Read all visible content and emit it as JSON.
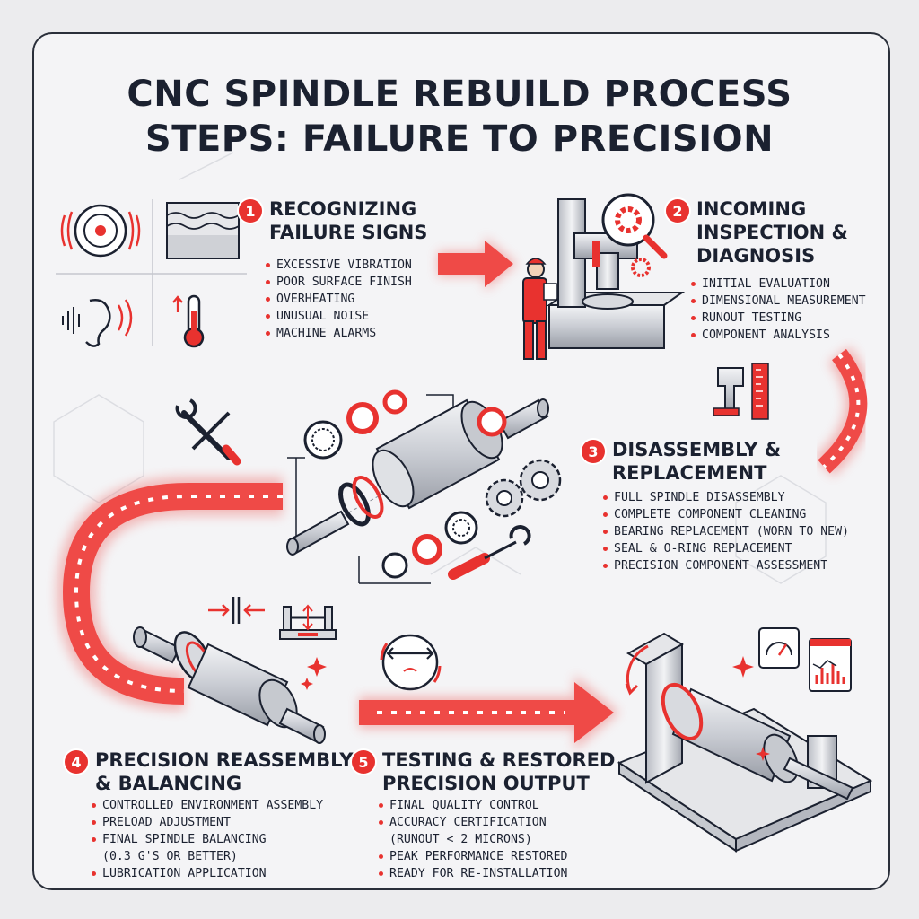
{
  "title": {
    "line1": "CNC SPINDLE REBUILD PROCESS",
    "line2": "STEPS: FAILURE TO PRECISION"
  },
  "colors": {
    "accent": "#e8322f",
    "ink": "#1b2130",
    "metal": "#c9ccd3"
  },
  "steps": [
    {
      "number": "1",
      "title_lines": [
        "RECOGNIZING",
        "FAILURE SIGNS"
      ],
      "items": [
        "EXCESSIVE VIBRATION",
        "POOR SURFACE FINISH",
        "OVERHEATING",
        "UNUSUAL NOISE",
        "MACHINE ALARMS"
      ],
      "icons": [
        "vibration-icon",
        "surface-finish-icon",
        "noise-ear-icon",
        "thermometer-icon"
      ]
    },
    {
      "number": "2",
      "title_lines": [
        "INCOMING",
        "INSPECTION &",
        "DIAGNOSIS"
      ],
      "items": [
        "INITIAL EVALUATION",
        "DIMENSIONAL MEASUREMENT",
        "RUNOUT TESTING",
        "COMPONENT ANALYSIS"
      ],
      "icons": [
        "technician-icon",
        "inspection-machine-icon",
        "magnifier-gear-icon",
        "caliper-icon"
      ]
    },
    {
      "number": "3",
      "title_lines": [
        "DISASSEMBLY &",
        "REPLACEMENT"
      ],
      "items": [
        "FULL SPINDLE DISASSEMBLY",
        "COMPLETE COMPONENT CLEANING",
        "BEARING REPLACEMENT (WORN TO NEW)",
        "SEAL & O-RING REPLACEMENT",
        "PRECISION COMPONENT ASSESSMENT"
      ],
      "icons": [
        "wrench-screwdriver-icon",
        "exploded-spindle-icon",
        "bearing-icon",
        "gear-icon"
      ]
    },
    {
      "number": "4",
      "title_lines": [
        "PRECISION REASSEMBLY",
        "& BALANCING"
      ],
      "items": [
        "CONTROLLED ENVIRONMENT ASSEMBLY",
        "PRELOAD ADJUSTMENT",
        "FINAL SPINDLE BALANCING"
      ],
      "sub_item": "(0.3 G's or BETTER)",
      "last_item": "LUBRICATION APPLICATION",
      "icons": [
        "preload-arrows-icon",
        "balancing-fixture-icon",
        "assembled-spindle-icon"
      ]
    },
    {
      "number": "5",
      "title_lines": [
        "TESTING & RESTORED",
        "PRECISION OUTPUT"
      ],
      "items": [
        "FINAL QUALITY CONTROL",
        "ACCURACY CERTIFICATION"
      ],
      "sub_item": "(RUNOUT < 2 MICRONS)",
      "last_items": [
        "PEAK PERFORMANCE RESTORED",
        "READY FOR RE-INSTALLATION"
      ],
      "icons": [
        "runout-gauge-icon",
        "test-bench-icon",
        "dial-gauge-icon",
        "report-chart-icon"
      ]
    }
  ]
}
